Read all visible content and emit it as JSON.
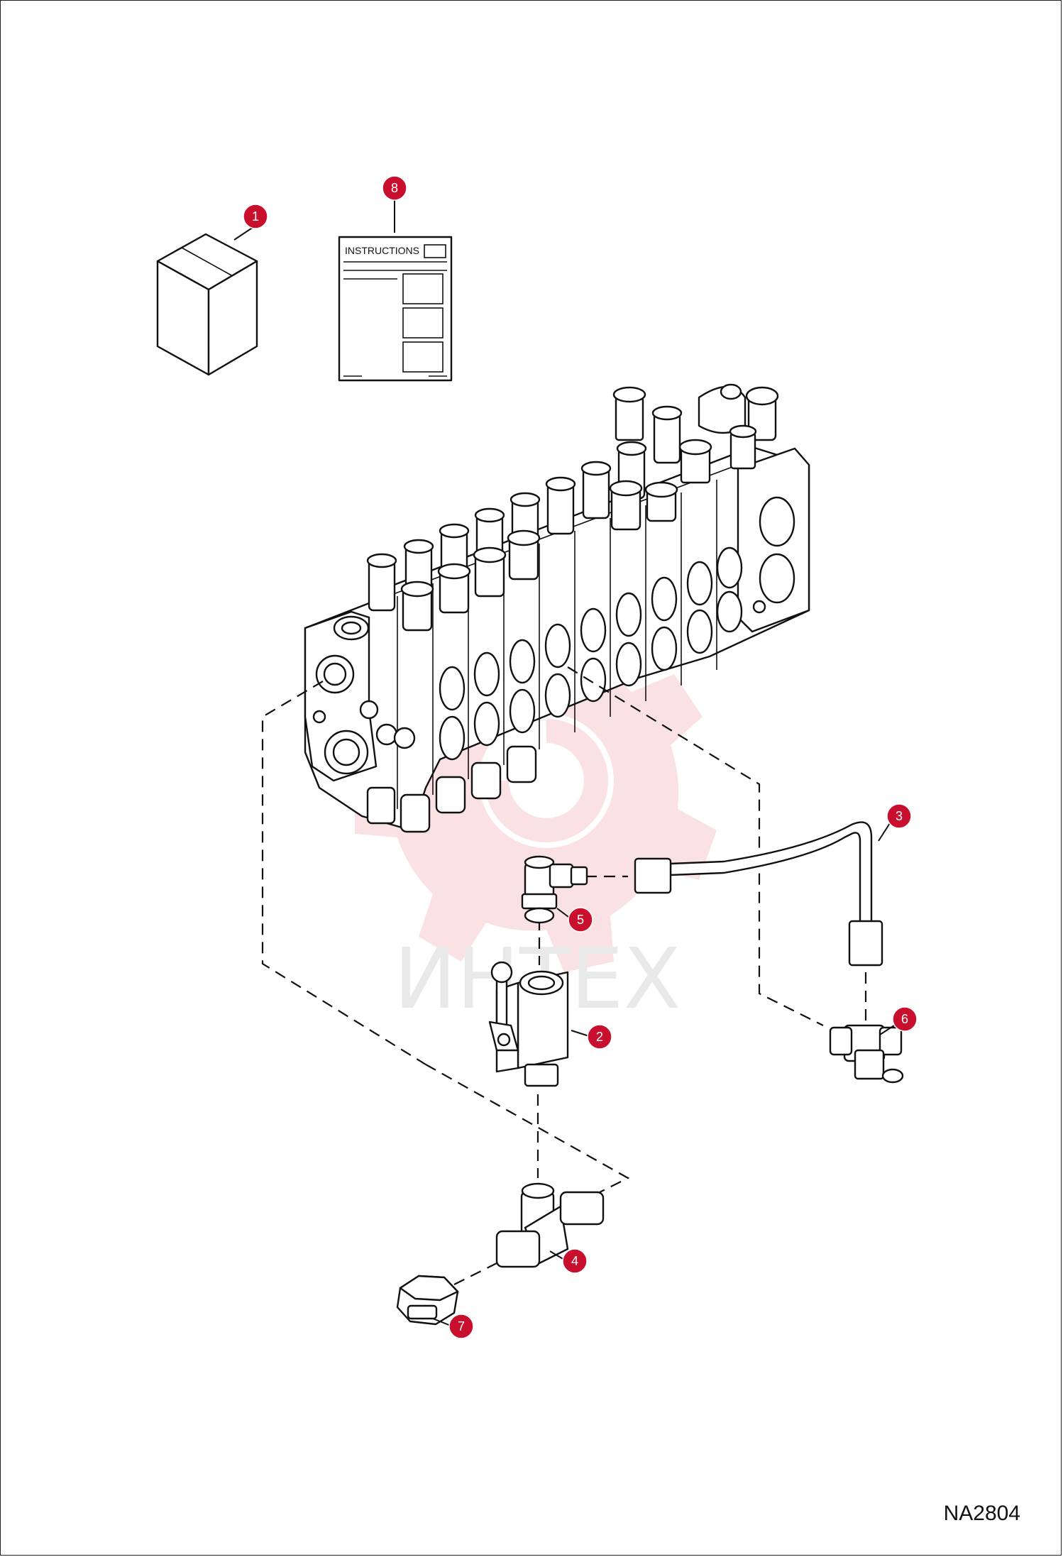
{
  "sheet": {
    "figure_id": "NA2804",
    "instructions_label": "INSTRUCTIONS",
    "watermark": "ИНТЕХ",
    "accent_color": "#c8102e"
  },
  "callouts": [
    {
      "number": "1",
      "part": "kit-box"
    },
    {
      "number": "2",
      "part": "ball-valve"
    },
    {
      "number": "3",
      "part": "tube-line"
    },
    {
      "number": "4",
      "part": "tee-fitting"
    },
    {
      "number": "5",
      "part": "elbow-fitting"
    },
    {
      "number": "6",
      "part": "run-tee-fitting"
    },
    {
      "number": "7",
      "part": "cap-nut"
    },
    {
      "number": "8",
      "part": "instructions-sheet"
    }
  ]
}
